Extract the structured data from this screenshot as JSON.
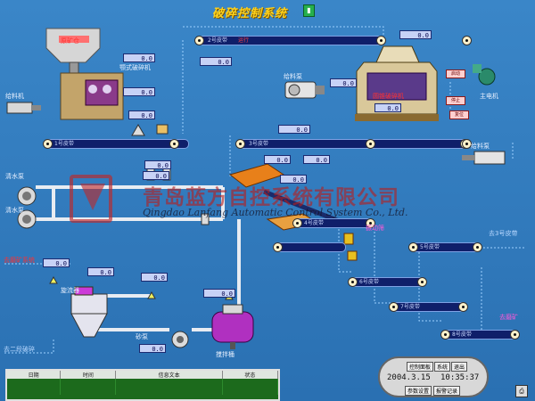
{
  "title": "破碎控制系统",
  "title_icon": "bar-chart-icon",
  "belts": {
    "b1": {
      "label": "1号皮带",
      "status": ""
    },
    "b2": {
      "label": "2号皮带",
      "status": "运行"
    },
    "b3": {
      "label": "3号皮带",
      "status": ""
    },
    "b4": {
      "label": "4号皮带",
      "status": ""
    },
    "b5": {
      "label": "5号皮带",
      "status": ""
    },
    "b6": {
      "label": "6号皮带",
      "status": ""
    },
    "b7": {
      "label": "7号皮带",
      "status": ""
    },
    "b8": {
      "label": "8号皮带",
      "status": ""
    }
  },
  "displays": {
    "d1": "0.0",
    "d2": "0.0",
    "d3": "0.0",
    "d4": "0.0",
    "d5": "0.0",
    "d6": "0.0",
    "d7": "0.0",
    "d8": "0.0",
    "d9": "0.0",
    "d10": "0.0",
    "d11": "0.0",
    "d12": "0.0",
    "d13": "0.0",
    "d14": "0.0",
    "d15": "0.0",
    "d16": "0.0",
    "d17": "0.0",
    "d18": "0.0"
  },
  "labels": {
    "feeder": "给料机",
    "hopper": "原矿仓",
    "crusher": "颚式破碎机",
    "pump_left": "给料泵",
    "pump_top": "给料泵",
    "cone_crusher": "圆锥破碎机",
    "main_motor": "主电机",
    "right_pump": "给料泵",
    "water1": "清水泵",
    "water2": "清水泵",
    "cyclone": "旋流器",
    "tank": "搅拌桶",
    "to_mill": "去磨矿系统",
    "to_next": "去二段破碎",
    "sand": "砂泵",
    "btn_a": "启动",
    "btn_b": "停止",
    "btn_c": "复位",
    "screen": "振动筛",
    "right_label1": "去3号皮带",
    "right_label2": "去磨矿"
  },
  "logo": {
    "cn": "青岛蓝方自控系统有限公司",
    "en": "Qingdao Lanfang Automatic Control System Co., Ltd."
  },
  "alarm": {
    "headers": [
      "日期",
      "时间",
      "信息文本",
      "状态"
    ],
    "rows": [
      [
        "",
        "",
        "",
        ""
      ],
      [
        "",
        "",
        "",
        ""
      ],
      [
        "",
        "",
        "",
        ""
      ]
    ]
  },
  "clock": {
    "btn1": "控制面板",
    "btn2": "系统",
    "btn3": "退出",
    "date": "2004.3.15",
    "time": "10:35:37",
    "btn4": "参数设置",
    "btn5": "报警记录"
  },
  "corner_icon": "printer-icon"
}
